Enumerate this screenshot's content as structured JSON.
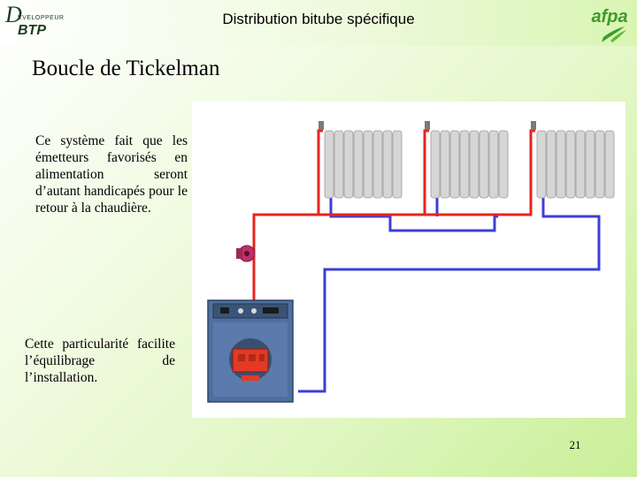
{
  "header": {
    "title": "Distribution bitube spécifique",
    "logo_left": {
      "initial": "D",
      "small": "ÉVELOPPEUR",
      "main": "BTP"
    },
    "logo_right": {
      "text": "afpa"
    }
  },
  "slide": {
    "title": "Boucle de Tickelman",
    "paragraph_1": "Ce système fait que les émetteurs favorisés en alimentation seront d’autant handicapés pour le retour à la chaudière.",
    "paragraph_2": "Cette particularité facilite l’équilibrage de l’installation.",
    "page_number": "21"
  },
  "diagram": {
    "radiator_count": 3,
    "colors": {
      "supply_pipe": "#e8231f",
      "return_pipe": "#3b3fd6",
      "boiler_body": "#4f6f9e",
      "burner": "#e23a24",
      "radiator": "#d8d8d8",
      "pump": "#c0306a"
    }
  }
}
